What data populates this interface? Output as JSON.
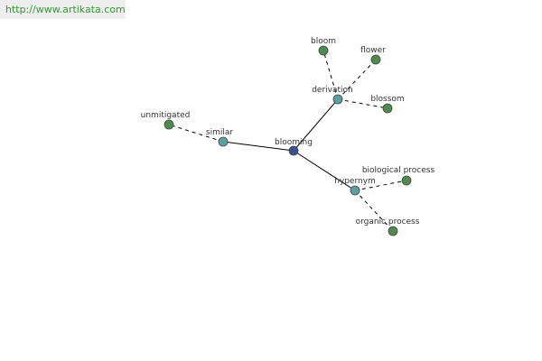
{
  "site": {
    "url_text": "http://www.artikata.com"
  },
  "colors": {
    "root": "#3a4f8f",
    "relation": "#5f9ea0",
    "leaf": "#4f8a4f",
    "url_text": "#339933",
    "url_background": "#eeeeee"
  },
  "graph": {
    "nodes": [
      {
        "id": "blooming",
        "label": "blooming",
        "kind": "root"
      },
      {
        "id": "similar",
        "label": "similar",
        "kind": "relation"
      },
      {
        "id": "derivation",
        "label": "derivation",
        "kind": "relation"
      },
      {
        "id": "hypernym",
        "label": "hypernym",
        "kind": "relation"
      },
      {
        "id": "unmitigated",
        "label": "unmitigated",
        "kind": "leaf"
      },
      {
        "id": "bloom",
        "label": "bloom",
        "kind": "leaf"
      },
      {
        "id": "flower",
        "label": "flower",
        "kind": "leaf"
      },
      {
        "id": "blossom",
        "label": "blossom",
        "kind": "leaf"
      },
      {
        "id": "biological-process",
        "label": "biological process",
        "kind": "leaf"
      },
      {
        "id": "organic-process",
        "label": "organic process",
        "kind": "leaf"
      }
    ],
    "edges": [
      {
        "from": "blooming",
        "to": "similar",
        "style": "solid"
      },
      {
        "from": "blooming",
        "to": "derivation",
        "style": "solid"
      },
      {
        "from": "blooming",
        "to": "hypernym",
        "style": "solid"
      },
      {
        "from": "similar",
        "to": "unmitigated",
        "style": "dashed"
      },
      {
        "from": "derivation",
        "to": "bloom",
        "style": "dashed"
      },
      {
        "from": "derivation",
        "to": "flower",
        "style": "dashed"
      },
      {
        "from": "derivation",
        "to": "blossom",
        "style": "dashed"
      },
      {
        "from": "hypernym",
        "to": "biological-process",
        "style": "dashed"
      },
      {
        "from": "hypernym",
        "to": "organic-process",
        "style": "dashed"
      }
    ]
  }
}
